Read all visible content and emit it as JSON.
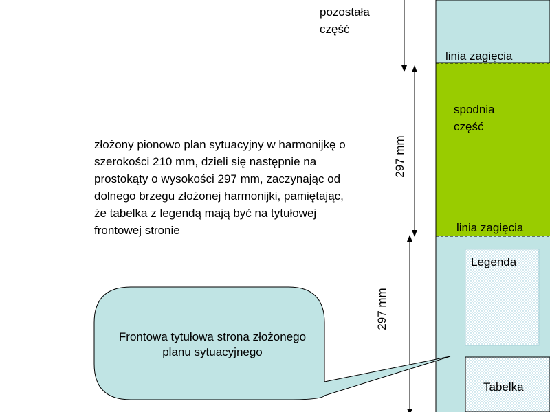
{
  "description_text": "złożony pionowo plan sytuacyjny w harmonijkę o szerokości 210 mm, dzieli się następnie na prostokąty o wysokości 297 mm, zaczynając od dolnego brzegu złożonej harmonijki, pamiętając, że tabelka z legendą mają być na tytułowej frontowej stronie",
  "remaining_part_label": "pozostała część",
  "fold_line_top_label": "linia zagięcia",
  "fold_line_bottom_label": "linia zagięcia",
  "bottom_part_label": "spodnia część",
  "legend_label": "Legenda",
  "table_label": "Tabelka",
  "callout_text": "Frontowa tytułowa strona złożonego planu sytuacyjnego",
  "dimension_top_label": "297 mm",
  "dimension_bottom_label": "297 mm",
  "colors": {
    "strip_fill": "#c0e4e4",
    "bottom_part_fill": "#99cc00",
    "callout_fill": "#c0e4e4",
    "line": "#000000"
  }
}
